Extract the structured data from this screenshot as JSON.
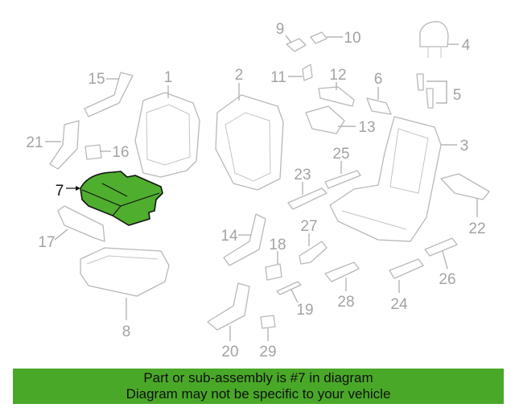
{
  "diagram": {
    "highlighted_part": "7",
    "highlight_color": "#4fae2e",
    "labels": [
      "1",
      "2",
      "3",
      "4",
      "5",
      "6",
      "7",
      "8",
      "9",
      "10",
      "11",
      "12",
      "13",
      "14",
      "15",
      "16",
      "17",
      "18",
      "19",
      "20",
      "21",
      "22",
      "23",
      "24",
      "25",
      "26",
      "27",
      "28",
      "29"
    ]
  },
  "banner": {
    "line1": "Part or sub-assembly is #7 in diagram",
    "line2": "Diagram may not be specific to your vehicle",
    "color": "#4aa829"
  }
}
